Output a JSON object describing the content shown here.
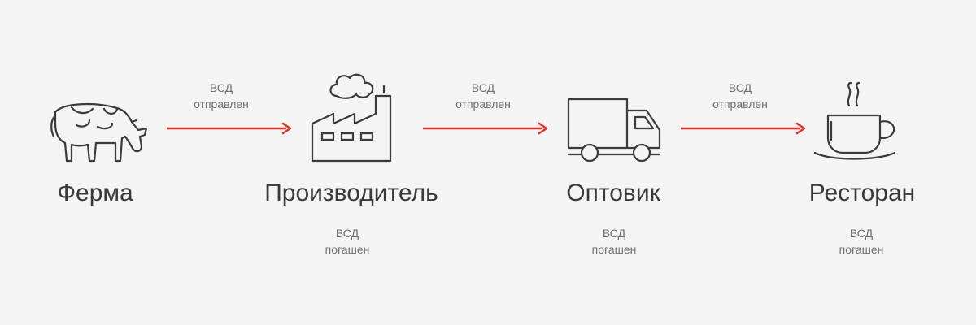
{
  "nodes": [
    {
      "id": "farm",
      "label": "Ферма",
      "icon": "cow-icon",
      "status": null
    },
    {
      "id": "producer",
      "label": "Производитель",
      "icon": "factory-icon",
      "status": {
        "line1": "ВСД",
        "line2": "погашен"
      }
    },
    {
      "id": "wholesaler",
      "label": "Оптовик",
      "icon": "truck-icon",
      "status": {
        "line1": "ВСД",
        "line2": "погашен"
      }
    },
    {
      "id": "restaurant",
      "label": "Ресторан",
      "icon": "coffee-cup-icon",
      "status": {
        "line1": "ВСД",
        "line2": "погашен"
      }
    }
  ],
  "arrows": [
    {
      "line1": "ВСД",
      "line2": "отправлен"
    },
    {
      "line1": "ВСД",
      "line2": "отправлен"
    },
    {
      "line1": "ВСД",
      "line2": "отправлен"
    }
  ],
  "colors": {
    "arrow": "#d9342b",
    "icon_stroke": "#3a3a3a",
    "label": "#3a3a3a",
    "status": "#6f6f6f",
    "background": "#f4f4f4"
  }
}
